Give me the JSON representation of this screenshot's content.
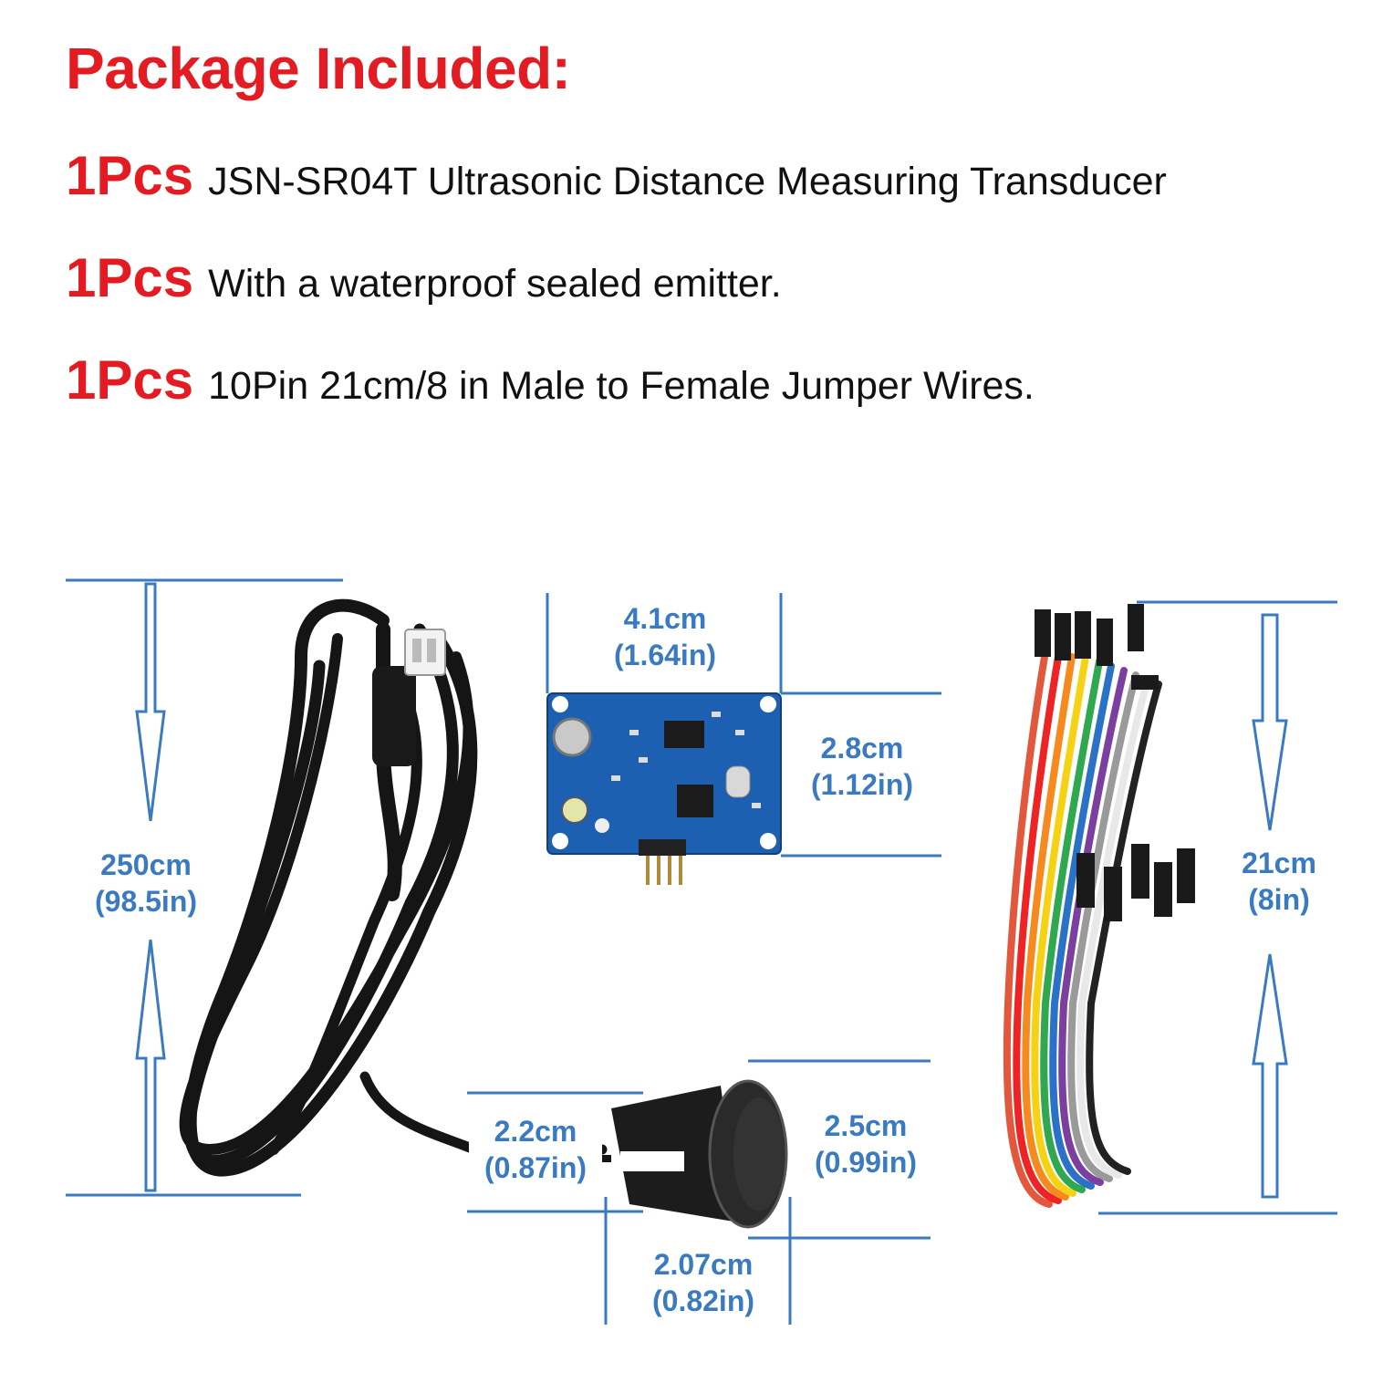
{
  "header": {
    "title": "Package Included:"
  },
  "items": [
    {
      "qty": "1Pcs",
      "text": "JSN-SR04T Ultrasonic Distance Measuring Transducer"
    },
    {
      "qty": "1Pcs",
      "text": "With a waterproof sealed emitter."
    },
    {
      "qty": "1Pcs",
      "text": "10Pin 21cm/8 in Male to Female Jumper Wires."
    }
  ],
  "dimensions": {
    "cable_length": {
      "metric": "250cm",
      "imperial": "(98.5in)"
    },
    "board_width": {
      "metric": "4.1cm",
      "imperial": "(1.64in)"
    },
    "board_height": {
      "metric": "2.8cm",
      "imperial": "(1.12in)"
    },
    "probe_depth": {
      "metric": "2.2cm",
      "imperial": "(0.87in)"
    },
    "probe_face": {
      "metric": "2.5cm",
      "imperial": "(0.99in)"
    },
    "probe_body": {
      "metric": "2.07cm",
      "imperial": "(0.82in)"
    },
    "wire_length": {
      "metric": "21cm",
      "imperial": "(8in)"
    }
  },
  "colors": {
    "heading": "#e31c23",
    "dimension": "#3a7ac0",
    "board": "#1d5fb0"
  }
}
